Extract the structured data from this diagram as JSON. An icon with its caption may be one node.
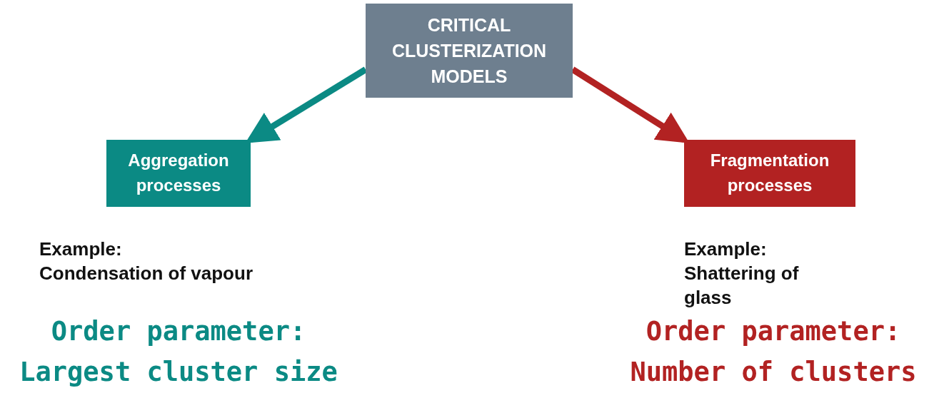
{
  "diagram": {
    "nodes": [
      {
        "text": [
          "CRITICAL CLUSTERIZATION MODELS"
        ]
      },
      {
        "text": [
          "Aggregation processes"
        ],
        "beside": [
          "Example:",
          "Condensation of vapour",
          "Order parameter:",
          "Largest cluster size"
        ]
      },
      {
        "text": [
          "Fragmentation processes"
        ],
        "beside": [
          "Example:",
          "Shattering of glass",
          "Order parameter:",
          "Number of clusters"
        ]
      }
    ],
    "edges": [
      {
        "from": 0,
        "to": 1,
        "arrow": "to",
        "color": "#0b8a84"
      },
      {
        "from": 0,
        "to": 2,
        "arrow": "to",
        "color": "#b22222"
      }
    ]
  }
}
